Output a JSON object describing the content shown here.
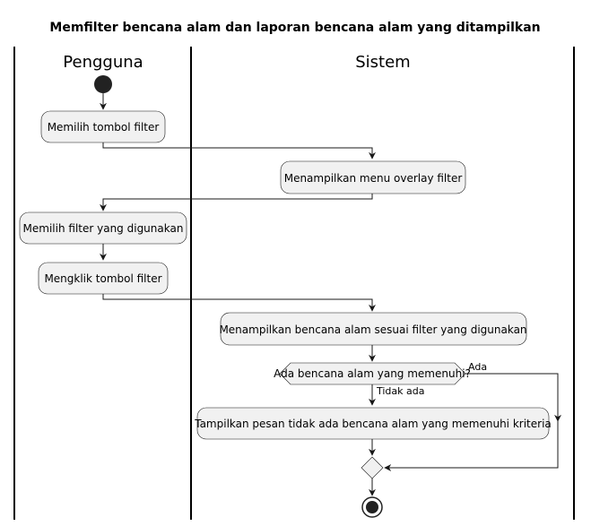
{
  "diagram": {
    "title": "Memfilter bencana alam dan laporan bencana alam yang ditampilkan",
    "lanes": {
      "user": "Pengguna",
      "system": "Sistem"
    },
    "activities": {
      "a1": "Memilih tombol filter",
      "a2": "Menampilkan menu overlay filter",
      "a3": "Memilih filter yang digunakan",
      "a4": "Mengklik tombol filter",
      "a5": "Menampilkan bencana alam sesuai filter yang digunakan",
      "a6": "Tampilkan pesan tidak ada bencana alam yang memenuhi kriteria"
    },
    "decision": {
      "question": "Ada bencana alam yang memenuhi?",
      "yes_label": "Ada",
      "no_label": "Tidak ada"
    }
  }
}
